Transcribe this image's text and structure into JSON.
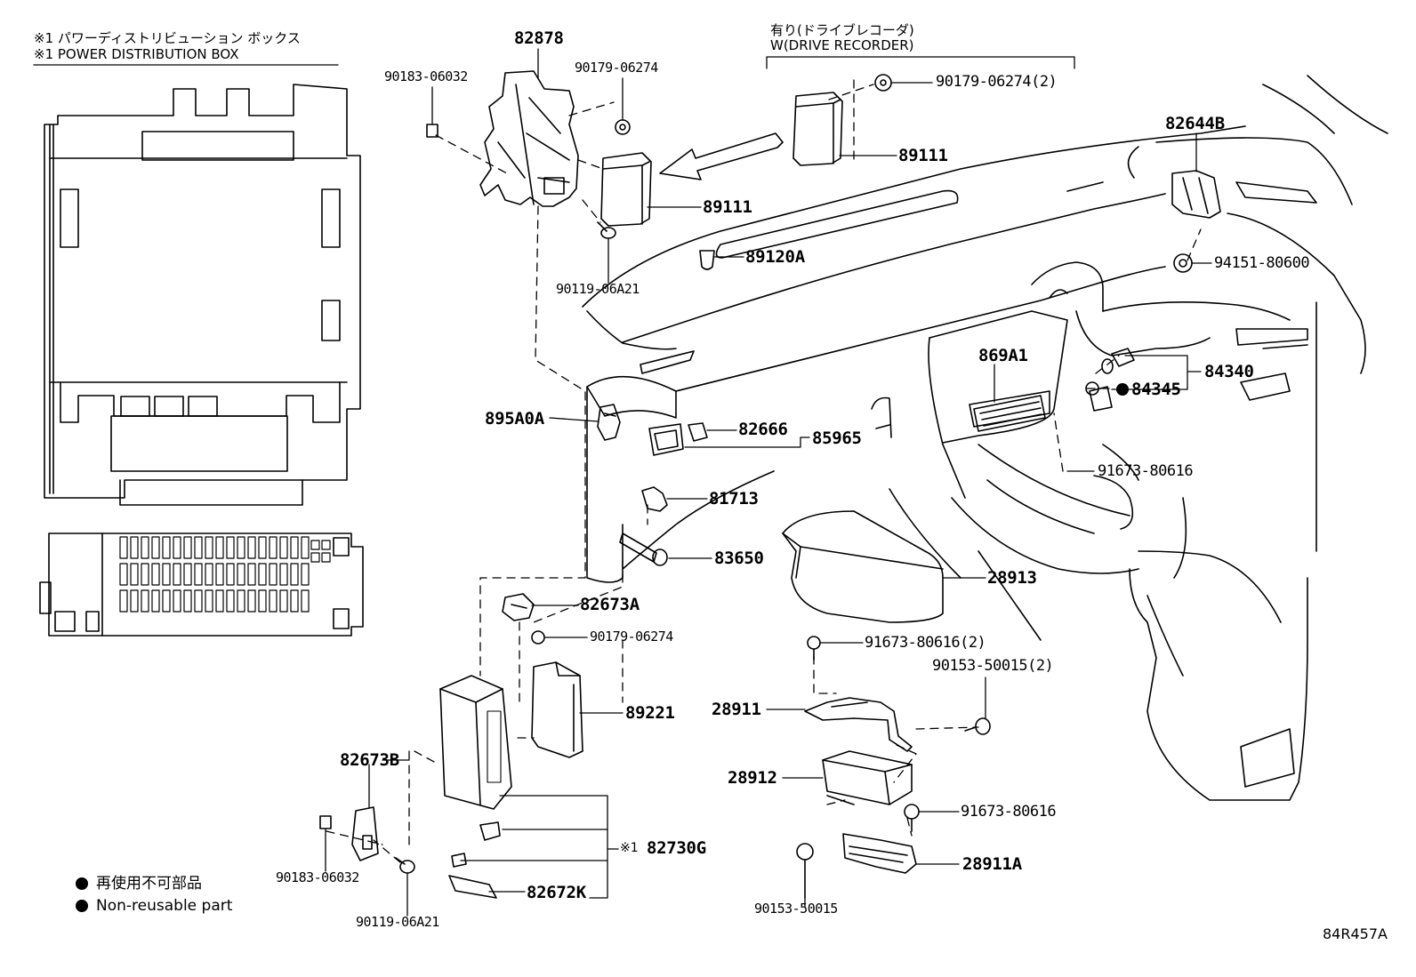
{
  "notes": {
    "box_jp": "※1  パワーディストリビューション ボックス",
    "box_en": "※1  POWER DISTRIBUTION BOX",
    "recorder_jp": "有り(ドライブレコーダ)",
    "recorder_en": "W(DRIVE RECORDER)",
    "nonreusable_jp": "再使用不可部品",
    "nonreusable_en": "Non-reusable part",
    "ref_mark": "※1",
    "bullet": "●"
  },
  "parts": {
    "p82878": "82878",
    "p90183_top": "90183-06032",
    "p90179_top": "90179-06274",
    "p90179_rec": "90179-06274(2)",
    "p89111_rec": "89111",
    "p89111": "89111",
    "p90119_top": "90119-06A21",
    "p89120A": "89120A",
    "p82644B": "82644B",
    "p94151": "94151-80600",
    "p869A1": "869A1",
    "p84340": "84340",
    "p84345": "84345",
    "p895A0A": "895A0A",
    "p82666": "82666",
    "p85965": "85965",
    "p91673_mid": "91673-80616",
    "p81713": "81713",
    "p83650": "83650",
    "p28913": "28913",
    "p82673A": "82673A",
    "p90179_mid": "90179-06274",
    "p91673_2": "91673-80616(2)",
    "p90153_2": "90153-50015(2)",
    "p89221": "89221",
    "p28911": "28911",
    "p82673B": "82673B",
    "p28912": "28912",
    "p91673_low": "91673-80616",
    "p82730G": "82730G",
    "p28911A": "28911A",
    "p90183_bot": "90183-06032",
    "p82672K": "82672K",
    "p90119_bot": "90119-06A21",
    "p90153_bot": "90153-50015"
  },
  "diagram_id": "84R457A"
}
